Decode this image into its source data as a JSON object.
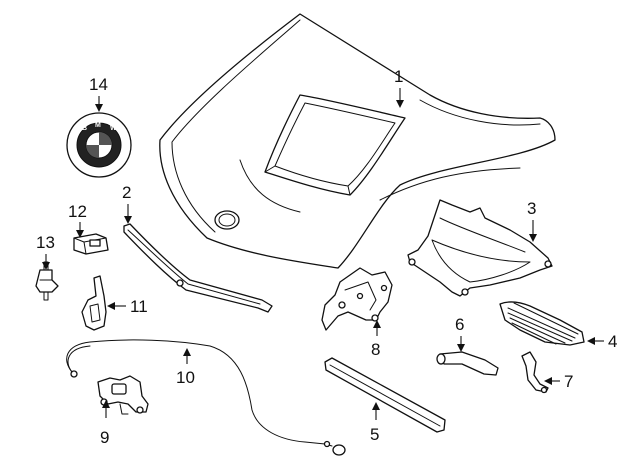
{
  "diagram": {
    "callouts": [
      {
        "id": "1",
        "label": "1",
        "part": "hood"
      },
      {
        "id": "2",
        "label": "2",
        "part": "seal-strip"
      },
      {
        "id": "3",
        "label": "3",
        "part": "hood-inner-frame"
      },
      {
        "id": "4",
        "label": "4",
        "part": "vent-grille"
      },
      {
        "id": "5",
        "label": "5",
        "part": "lower-seal"
      },
      {
        "id": "6",
        "label": "6",
        "part": "release-handle"
      },
      {
        "id": "7",
        "label": "7",
        "part": "small-bracket"
      },
      {
        "id": "8",
        "label": "8",
        "part": "hinge"
      },
      {
        "id": "9",
        "label": "9",
        "part": "latch"
      },
      {
        "id": "10",
        "label": "10",
        "part": "release-cable"
      },
      {
        "id": "11",
        "label": "11",
        "part": "support-rod-clip"
      },
      {
        "id": "12",
        "label": "12",
        "part": "bumper-stop"
      },
      {
        "id": "13",
        "label": "13",
        "part": "adjuster-bolt"
      },
      {
        "id": "14",
        "label": "14",
        "part": "emblem"
      }
    ]
  }
}
